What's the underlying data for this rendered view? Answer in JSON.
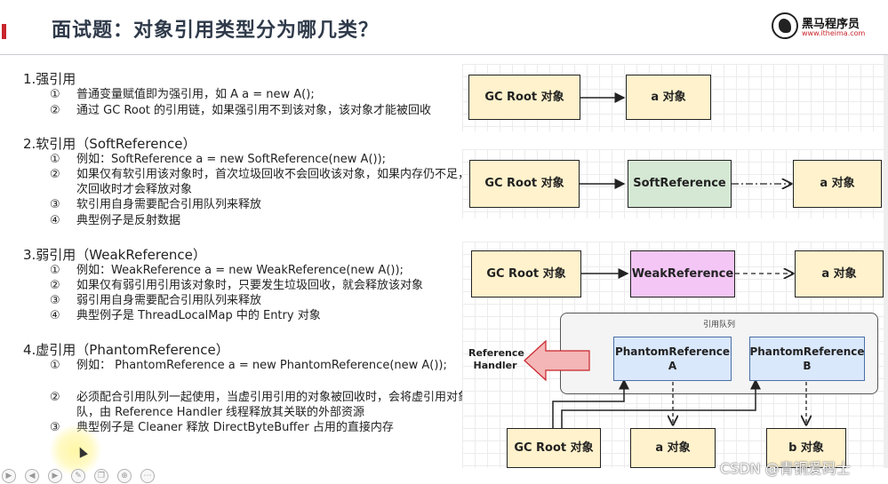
{
  "header": {
    "title": "面试题：对象引用类型分为哪几类？",
    "logo_name": "黑马程序员",
    "logo_url": "www.itheima.com"
  },
  "sections": [
    {
      "title": "1.强引用",
      "items": [
        {
          "num": "①",
          "text": "普通变量赋值即为强引用，如 A a = new A();"
        },
        {
          "num": "②",
          "text": "通过 GC Root 的引用链，如果强引用不到该对象，该对象才能被回收"
        }
      ]
    },
    {
      "title": "2.软引用（SoftReference）",
      "items": [
        {
          "num": "①",
          "text": "例如：SoftReference a = new SoftReference(new A());"
        },
        {
          "num": "②",
          "text": "如果仅有软引用该对象时，首次垃圾回收不会回收该对象，如果内存仍不足，再次回收时才会释放对象"
        },
        {
          "num": "③",
          "text": "软引用自身需要配合引用队列来释放"
        },
        {
          "num": "④",
          "text": "典型例子是反射数据"
        }
      ]
    },
    {
      "title": "3.弱引用（WeakReference）",
      "items": [
        {
          "num": "①",
          "text": "例如：WeakReference a = new WeakReference(new A());"
        },
        {
          "num": "②",
          "text": "如果仅有弱引用引用该对象时，只要发生垃圾回收，就会释放该对象"
        },
        {
          "num": "③",
          "text": "弱引用自身需要配合引用队列来释放"
        },
        {
          "num": "④",
          "text": "典型例子是 ThreadLocalMap 中的 Entry 对象"
        }
      ]
    },
    {
      "title": "4.虚引用（PhantomReference）",
      "items": [
        {
          "num": "①",
          "text": "例如： PhantomReference a = new PhantomReference(new A());"
        },
        {
          "num": "②",
          "text": "必须配合引用队列一起使用，当虚引用引用的对象被回收时，会将虚引用对象入队，由 Reference Handler 线程释放其关联的外部资源"
        },
        {
          "num": "③",
          "text": "典型例子是 Cleaner 释放 DirectByteBuffer 占用的直接内存"
        }
      ]
    }
  ],
  "diagrams": {
    "strong": {
      "gc_root": "GC Root 对象",
      "obj": "a 对象"
    },
    "soft": {
      "gc_root": "GC Root 对象",
      "ref": "SoftReference",
      "obj": "a 对象"
    },
    "weak": {
      "gc_root": "GC Root 对象",
      "ref": "WeakReference",
      "obj": "a 对象"
    },
    "phantom": {
      "queue_label": "引用队列",
      "ref_a": "PhantomReference A",
      "ref_b": "PhantomReference B",
      "handler": "Reference Handler",
      "gc_root": "GC Root 对象",
      "obj_a": "a 对象",
      "obj_b": "b 对象"
    }
  },
  "colors": {
    "accent": "#c8242b",
    "title_text": "#2f3a4a",
    "soft_ref_fill": "#d5e8d4",
    "weak_ref_fill": "#f3c6f5",
    "phantom_ref_fill": "#dae8fc",
    "object_fill": "#fff2cc",
    "handler_arrow": "#f4b6b6"
  },
  "watermark": "CSDN @青铜爱码士",
  "toolbar_icons": [
    "play-icon",
    "previous-icon",
    "next-icon",
    "pen-icon",
    "copy-icon",
    "zoom-icon",
    "more-icon"
  ]
}
